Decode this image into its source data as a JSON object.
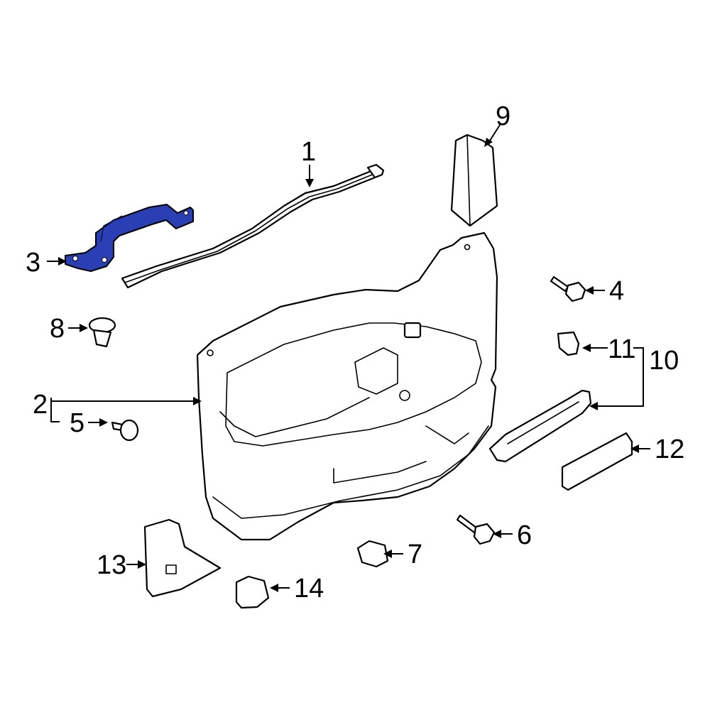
{
  "diagram": {
    "highlight_color": "#2b3fb5",
    "callouts": [
      {
        "id": "c1",
        "label": "1"
      },
      {
        "id": "c2",
        "label": "2"
      },
      {
        "id": "c3",
        "label": "3"
      },
      {
        "id": "c4",
        "label": "4"
      },
      {
        "id": "c5",
        "label": "5"
      },
      {
        "id": "c6",
        "label": "6"
      },
      {
        "id": "c7",
        "label": "7"
      },
      {
        "id": "c8",
        "label": "8"
      },
      {
        "id": "c9",
        "label": "9"
      },
      {
        "id": "c10",
        "label": "10"
      },
      {
        "id": "c11",
        "label": "11"
      },
      {
        "id": "c12",
        "label": "12"
      },
      {
        "id": "c13",
        "label": "13"
      },
      {
        "id": "c14",
        "label": "14"
      }
    ]
  }
}
